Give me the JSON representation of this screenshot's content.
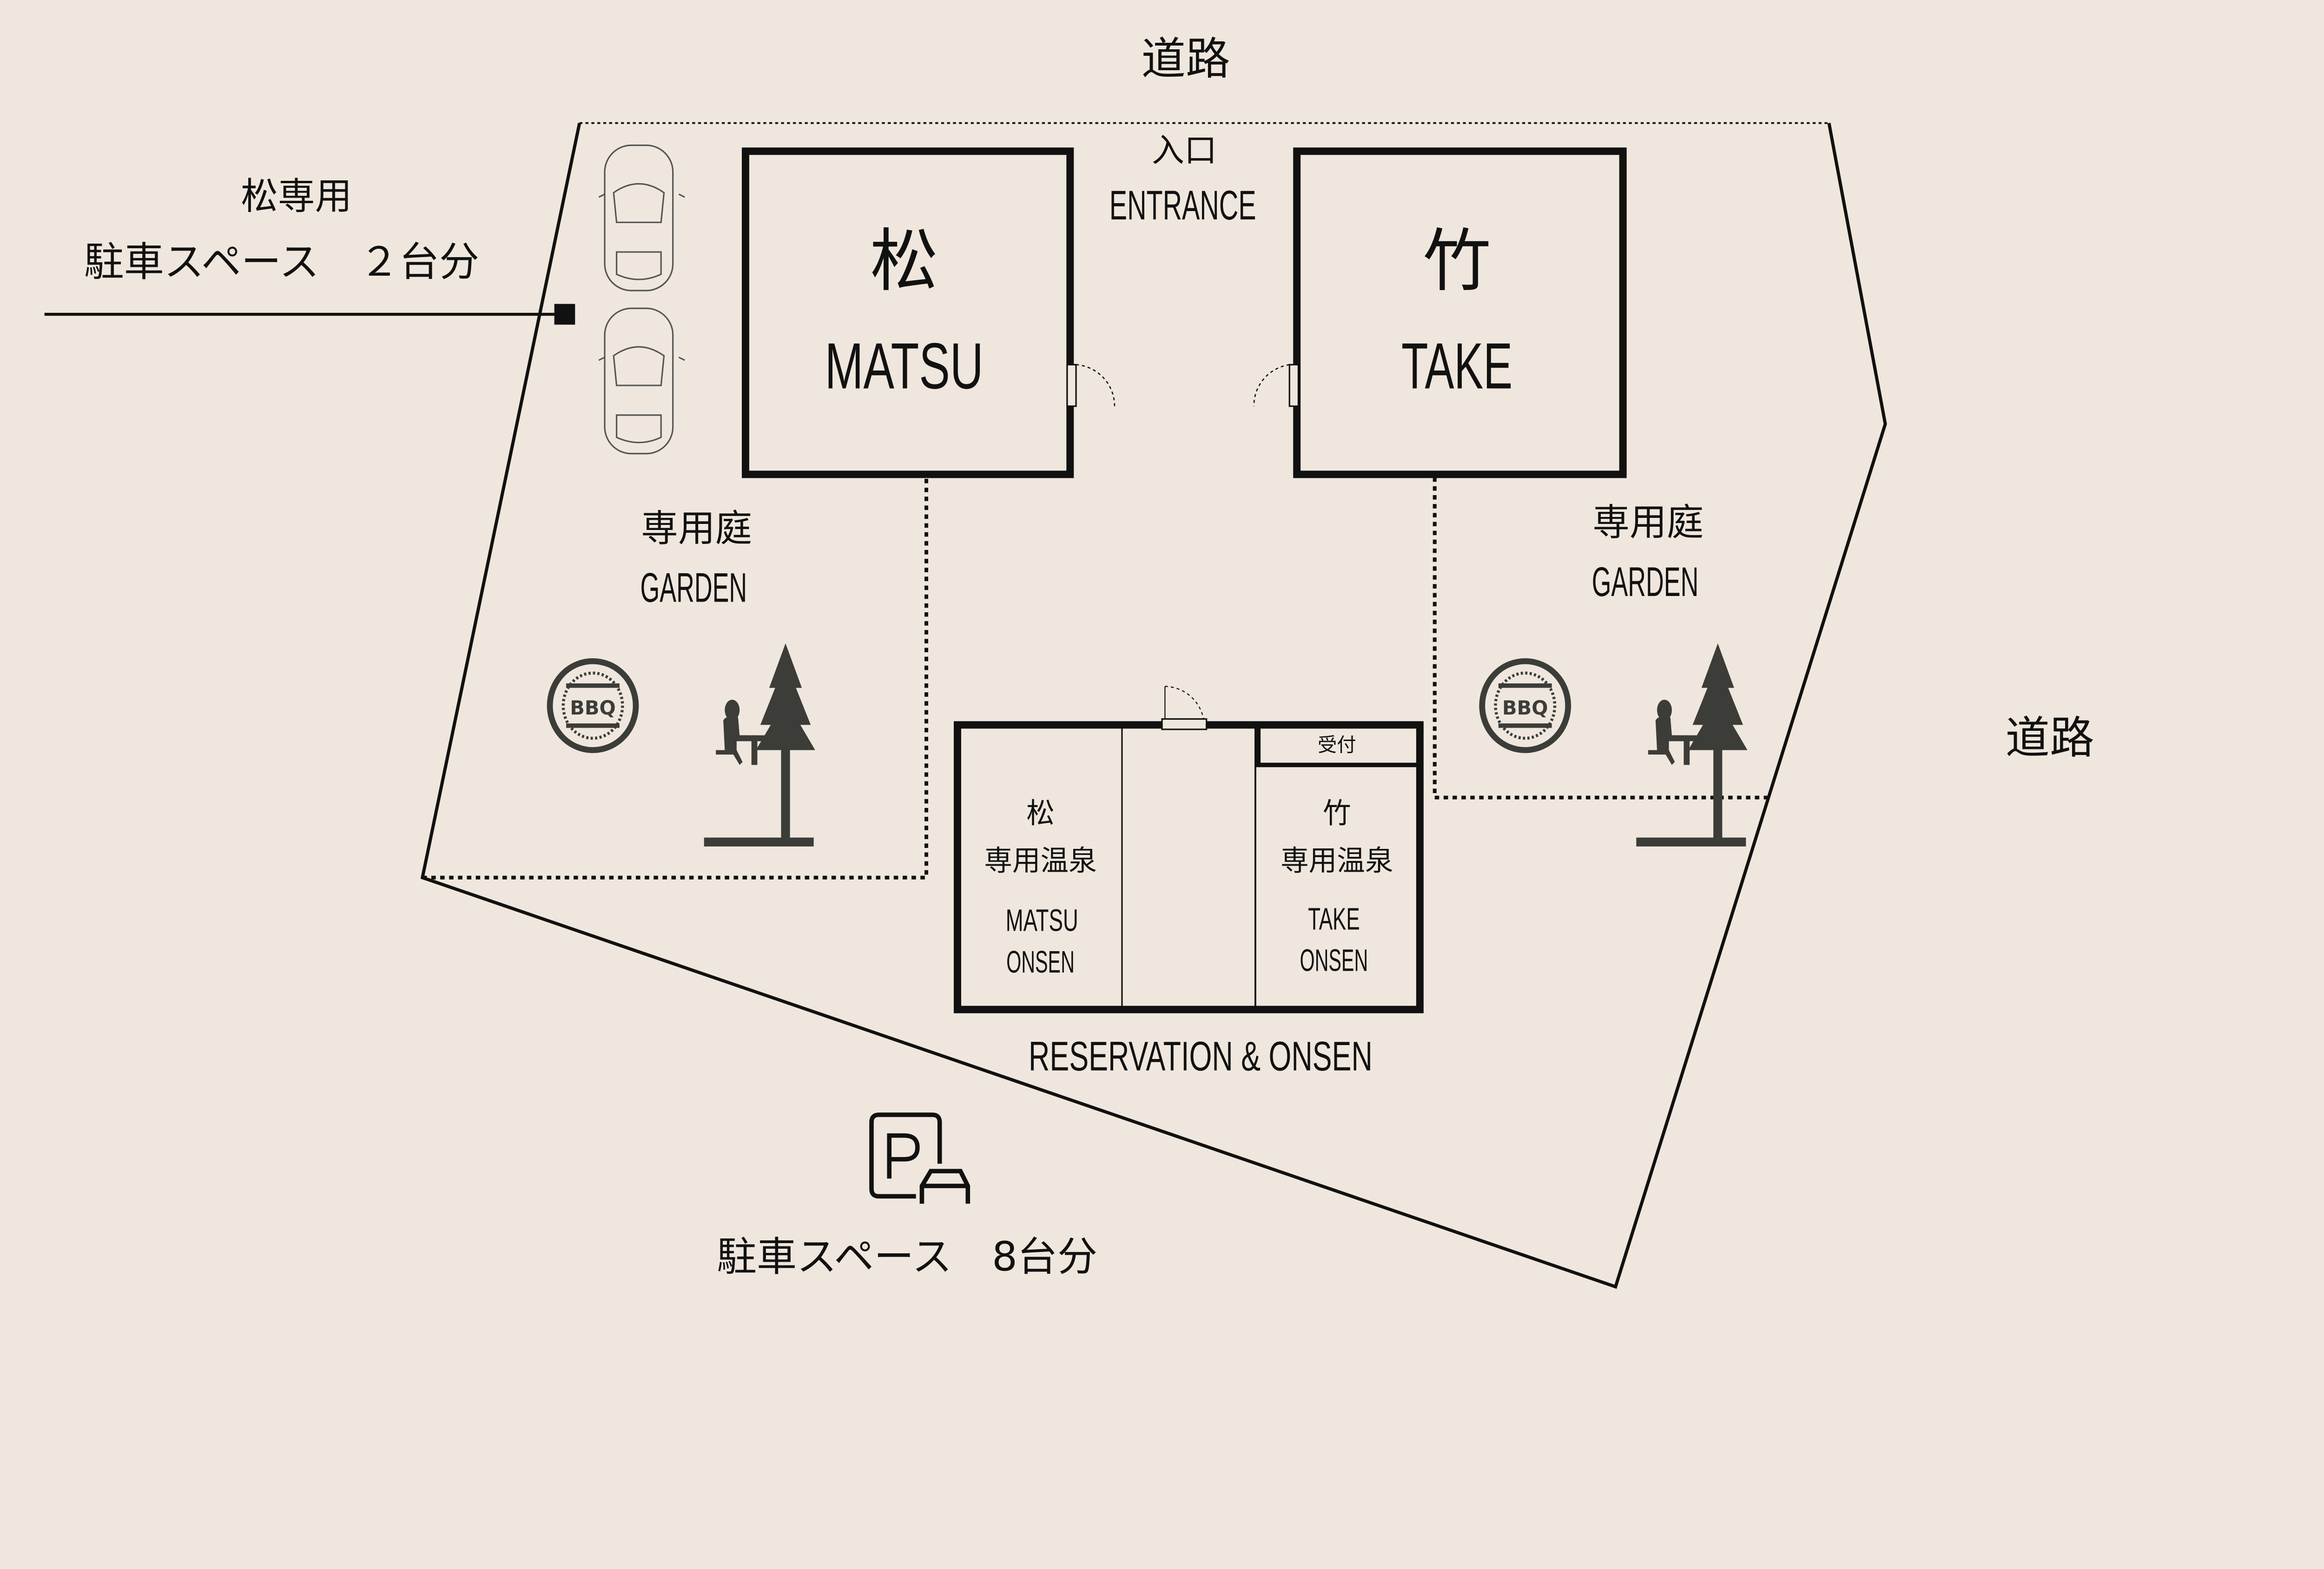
{
  "colors": {
    "background": "#efe7dd",
    "line": "#111111",
    "icon": "#3c3c38"
  },
  "roads": {
    "top": "道路",
    "right": "道路"
  },
  "entrance": {
    "jp": "入口",
    "en": "ENTRANCE"
  },
  "matsu": {
    "kanji": "松",
    "name": "MATSU"
  },
  "take": {
    "kanji": "竹",
    "name": "TAKE"
  },
  "matsu_parking": {
    "line1": "松専用",
    "line2": "駐車スペース　２台分"
  },
  "garden_left": {
    "jp": "専用庭",
    "en": "GARDEN",
    "icons": [
      "bbq-icon",
      "picnic-tree-icon"
    ]
  },
  "garden_right": {
    "jp": "専用庭",
    "en": "GARDEN",
    "icons": [
      "bbq-icon",
      "picnic-tree-icon"
    ]
  },
  "bbq_label": "BBQ",
  "onsen_building": {
    "reception": "受付",
    "matsu_onsen": {
      "kanji": "松",
      "jp": "専用温泉",
      "en1": "MATSU",
      "en2": "ONSEN"
    },
    "take_onsen": {
      "kanji": "竹",
      "jp": "専用温泉",
      "en1": "TAKE",
      "en2": "ONSEN"
    },
    "caption": "RESERVATION & ONSEN"
  },
  "parking": {
    "label": "駐車スペース　8台分",
    "icon": "parking-car-icon"
  }
}
